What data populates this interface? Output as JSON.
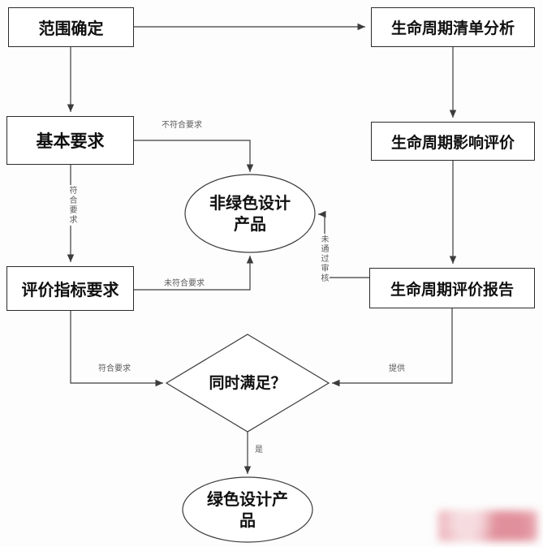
{
  "nodes": {
    "scope": {
      "label": "范围确定"
    },
    "lci": {
      "label": "生命周期清单分析"
    },
    "basic": {
      "label": "基本要求"
    },
    "lcia": {
      "label": "生命周期影响评价"
    },
    "criteria": {
      "label": "评价指标要求"
    },
    "report": {
      "label": "生命周期评价报告"
    },
    "nongreen": {
      "line1": "非绿色设计",
      "line2": "产品"
    },
    "decision": {
      "label": "同时满足？"
    },
    "green": {
      "line1": "绿色设计产",
      "line2": "品"
    }
  },
  "edge_labels": {
    "basic_to_nongreen": "不符合要求",
    "basic_to_criteria": "符合要求",
    "criteria_to_nongreen": "未符合要求",
    "report_to_nongreen": "未通过审核",
    "criteria_to_decision": "符合要求",
    "report_to_decision": "提供",
    "decision_to_green": "是"
  },
  "colors": {
    "line": "#3c3c3c",
    "border": "#2b2b2b",
    "label": "#5a5a5a",
    "text": "#101010",
    "watermark": "#e9a3ac"
  }
}
